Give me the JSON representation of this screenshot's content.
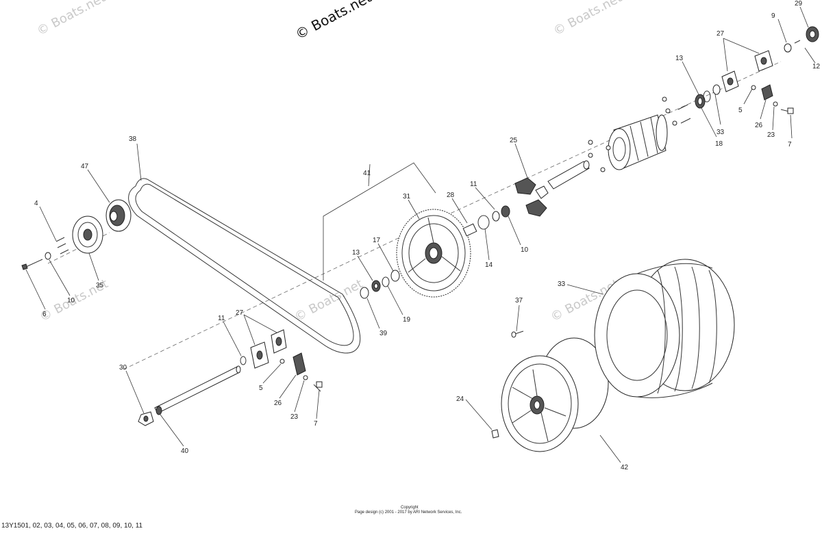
{
  "watermarks": {
    "faint": "© Boats.net",
    "main": "© Boats.net"
  },
  "callouts": {
    "c29": "29",
    "c9": "9",
    "c12": "12",
    "c27_top": "27",
    "c13_top": "13",
    "c5_top": "5",
    "c33_small": "33",
    "c18": "18",
    "c26_top": "26",
    "c23_top": "23",
    "c7_top": "7",
    "c25": "25",
    "c11_mid": "11",
    "c28": "28",
    "c31": "31",
    "c41": "41",
    "c14": "14",
    "c10_mid": "10",
    "c13_mid": "13",
    "c17": "17",
    "c19": "19",
    "c39": "39",
    "c38": "38",
    "c47": "47",
    "c4": "4",
    "c35": "35",
    "c6": "6",
    "c10_left": "10",
    "c27_low": "27",
    "c11_low": "11",
    "c5_low": "5",
    "c26_low": "26",
    "c23_low": "23",
    "c7_low": "7",
    "c30": "30",
    "c40": "40",
    "c37": "37",
    "c33_tire": "33",
    "c24": "24",
    "c42": "42"
  },
  "footer": {
    "copyright_title": "Copyright",
    "copyright_line": "Page design (c) 2001 - 2017 by ARI Network Services, Inc.",
    "figure_code": "13Y1501, 02, 03, 04, 05, 06, 07, 08, 09, 10, 11"
  }
}
